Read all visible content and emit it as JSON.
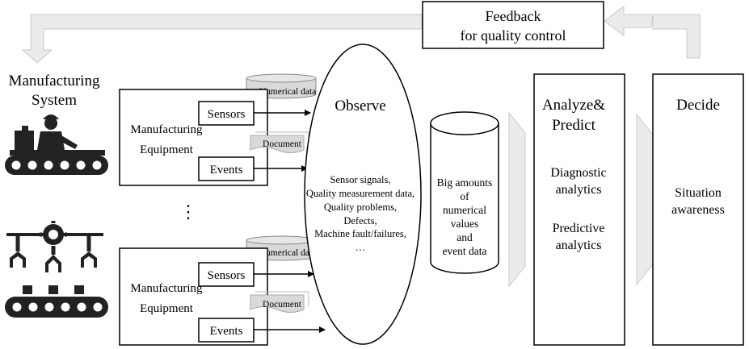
{
  "feedback": {
    "line1": "Feedback",
    "line2": "for quality control"
  },
  "system": {
    "line1": "Manufacturing",
    "line2": "System"
  },
  "equipment_units": [
    {
      "label_line1": "Manufacturing",
      "label_line2": "Equipment",
      "sensors": "Sensors",
      "events": "Events",
      "numerical": "Numerical data",
      "document": "Document"
    },
    {
      "label_line1": "Manufacturing",
      "label_line2": "Equipment",
      "sensors": "Sensors",
      "events": "Events",
      "numerical": "Numerical data",
      "document": "Document"
    }
  ],
  "vertical_ellipsis": "⋮",
  "observe": {
    "title": "Observe",
    "items": [
      "Sensor signals,",
      "Quality measurement data,",
      "Quality problems,",
      "Defects,",
      "Machine fault/failures,",
      "…"
    ]
  },
  "bigdata": {
    "lines": [
      "Big amounts",
      "of",
      "numerical",
      "values",
      "and",
      "event data"
    ]
  },
  "analyze": {
    "title_line1": "Analyze&",
    "title_line2": "Predict",
    "diag_line1": "Diagnostic",
    "diag_line2": "analytics",
    "pred_line1": "Predictive",
    "pred_line2": "analytics"
  },
  "decide": {
    "title": "Decide",
    "line1": "Situation",
    "line2": "awareness"
  },
  "colors": {
    "arrow_fill": "#ebebeb",
    "arrow_stroke": "#c8c8c8",
    "doc_fill": "#d9d9d9",
    "icon": "#222222"
  }
}
